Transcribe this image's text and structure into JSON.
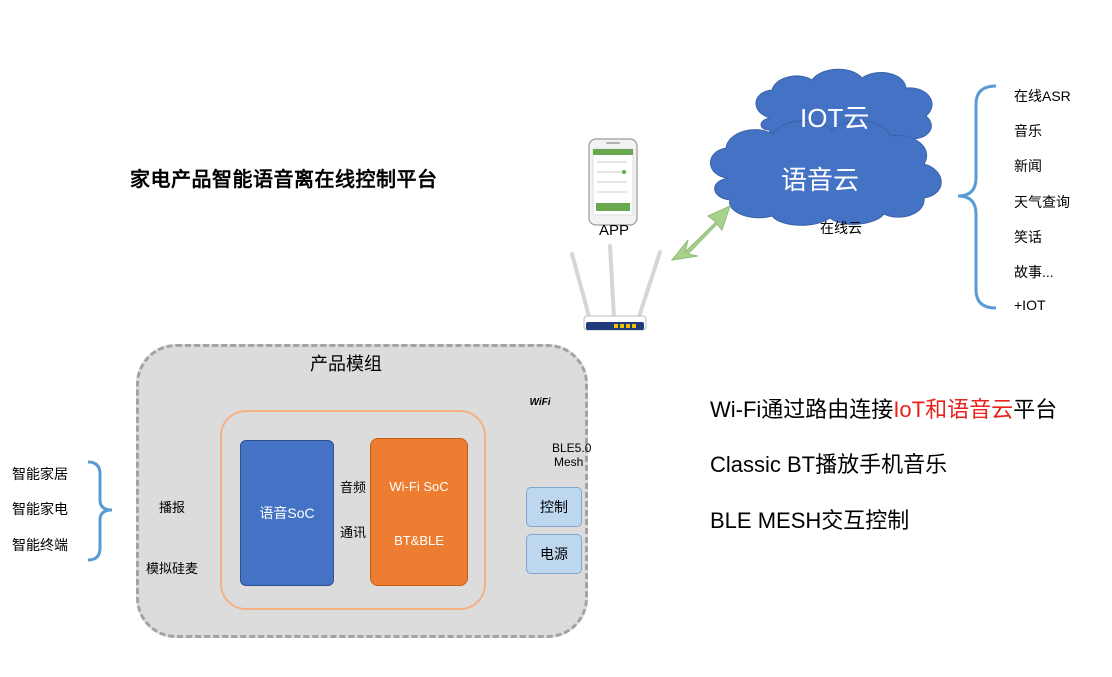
{
  "title": "家电产品智能语音离在线控制平台",
  "cloud": {
    "iot": "IOT云",
    "voice": "语音云",
    "online_label": "在线云",
    "color": "#4472c4"
  },
  "app_label": "APP",
  "services": [
    "在线ASR",
    "音乐",
    "新闻",
    "天气查询",
    "笑话",
    "故事...",
    "+IOT"
  ],
  "module": {
    "title": "产品模组",
    "voice_soc": "语音SoC",
    "wifi_soc_line1": "Wi-Fi SoC",
    "wifi_soc_line2": "BT&BLE",
    "audio_label": "音频",
    "comm_label": "通讯",
    "broadcast_label": "播报",
    "mic_label": "模拟硅麦",
    "ble_line1": "BLE5.0",
    "ble_line2": "Mesh",
    "control_label": "控制",
    "power_label": "电源",
    "wifi_logo": "WiFi"
  },
  "left_items": [
    "智能家居",
    "智能家电",
    "智能终端"
  ],
  "features": {
    "f1_pre": "Wi-Fi通过路由连接",
    "f1_highlight": "IoT和语音云",
    "f1_post": "平台",
    "f2": "Classic BT播放手机音乐",
    "f3": "BLE MESH交互控制"
  },
  "colors": {
    "highlight": "#e8221c",
    "arrow_green": "#a9d18e",
    "voice_soc": "#4472c4",
    "wifi_soc": "#ed7d31",
    "bracket_blue": "#5b9bd5"
  }
}
